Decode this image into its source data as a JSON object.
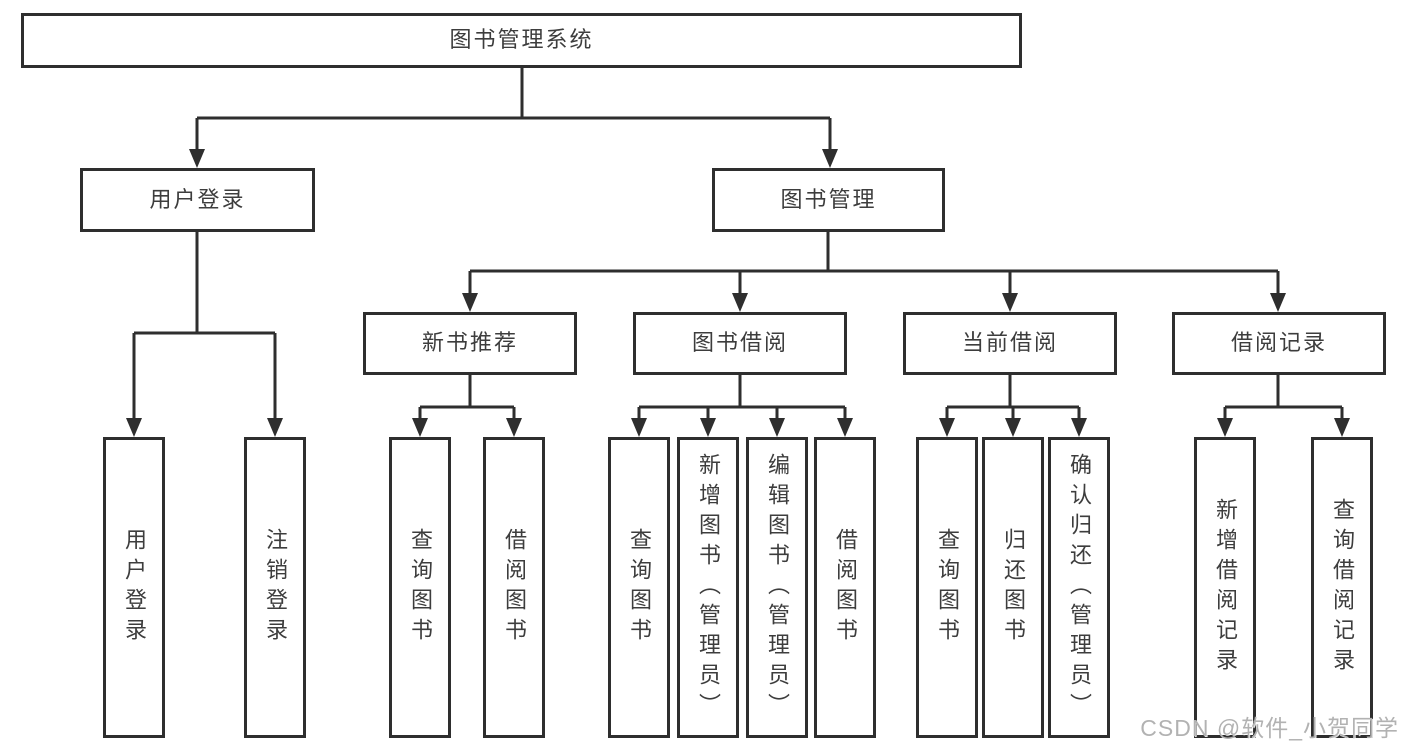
{
  "diagram": {
    "root": "图书管理系统",
    "level2": [
      {
        "label": "用户登录"
      },
      {
        "label": "图书管理"
      }
    ],
    "level3": [
      {
        "label": "新书推荐"
      },
      {
        "label": "图书借阅"
      },
      {
        "label": "当前借阅"
      },
      {
        "label": "借阅记录"
      }
    ],
    "leaf_groups": [
      {
        "parent": "用户登录",
        "items": [
          "用户登录",
          "注销登录"
        ]
      },
      {
        "parent": "新书推荐",
        "items": [
          "查询图书",
          "借阅图书"
        ]
      },
      {
        "parent": "图书借阅",
        "items": [
          "查询图书",
          "新增图书（管理员）",
          "编辑图书（管理员）",
          "借阅图书"
        ]
      },
      {
        "parent": "当前借阅",
        "items": [
          "查询图书",
          "归还图书",
          "确认归还（管理员）"
        ]
      },
      {
        "parent": "借阅记录",
        "items": [
          "新增借阅记录",
          "查询借阅记录"
        ]
      }
    ],
    "watermark": "CSDN @软件_小贺同学",
    "colors": {
      "line": "#2e2e2e",
      "border": "#2e2e2e",
      "text": "#3d3d3d",
      "watermark": "#b2b2b2",
      "background": "#ffffff"
    }
  }
}
